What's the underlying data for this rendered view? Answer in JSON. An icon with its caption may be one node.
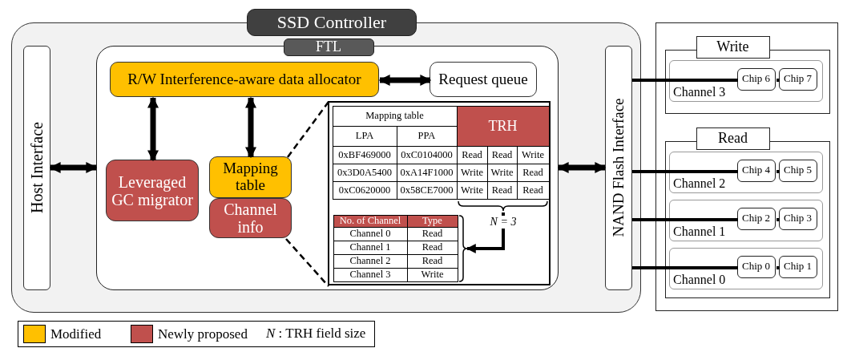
{
  "diagram": {
    "nodes": [
      {
        "text": [
          "SSD Controller"
        ]
      },
      {
        "text": [
          "Host Interface"
        ],
        "in": 0
      },
      {
        "text": [
          "FTL"
        ],
        "in": 0
      },
      {
        "text": [
          "R/W Interference-aware data allocator"
        ],
        "in": 2
      },
      {
        "text": [
          "Request queue"
        ],
        "in": 2
      },
      {
        "text": [
          "Leveraged GC migrator"
        ],
        "in": 2
      },
      {
        "text": [
          "Mapping table"
        ],
        "in": 2
      },
      {
        "text": [
          "Channel info"
        ],
        "in": 2
      },
      {
        "text": [],
        "shape": "box",
        "in": 2
      },
      {
        "text": [],
        "shape": "box",
        "in": 8
      },
      {
        "text": [],
        "shape": "box",
        "in": 8
      },
      {
        "text": [
          "NAND Flash Interface"
        ],
        "in": 0
      },
      {
        "text": [],
        "shape": "box"
      },
      {
        "text": [
          "Write"
        ],
        "in": 12
      },
      {
        "text": [
          "Channel 3"
        ],
        "in": 13
      },
      {
        "text": [
          "Chip 6"
        ],
        "in": 14
      },
      {
        "text": [
          "Chip 7"
        ],
        "in": 14
      },
      {
        "text": [
          "Read"
        ],
        "in": 12
      },
      {
        "text": [
          "Channel 2"
        ],
        "in": 17
      },
      {
        "text": [
          "Chip 4"
        ],
        "in": 18
      },
      {
        "text": [
          "Chip 5"
        ],
        "in": 18
      },
      {
        "text": [
          "Channel 1"
        ],
        "in": 17
      },
      {
        "text": [
          "Chip 2"
        ],
        "in": 21
      },
      {
        "text": [
          "Chip 3"
        ],
        "in": 21
      },
      {
        "text": [
          "Channel 0"
        ],
        "in": 17
      },
      {
        "text": [
          "Chip 0"
        ],
        "in": 24
      },
      {
        "text": [
          "Chip 1"
        ],
        "in": 24
      }
    ],
    "edges": [
      {
        "from": 1,
        "to": 2,
        "arrow": "both"
      },
      {
        "from": 3,
        "to": 4,
        "arrow": "both"
      },
      {
        "from": 3,
        "to": 5,
        "arrow": "both"
      },
      {
        "from": 3,
        "to": 6,
        "arrow": "both"
      },
      {
        "from": 2,
        "to": 11,
        "arrow": "both"
      },
      {
        "from": 6,
        "to": 8,
        "arrow": "none",
        "style": "dashed"
      },
      {
        "from": 7,
        "to": 8,
        "arrow": "none",
        "style": "dashed"
      },
      {
        "from": 9,
        "to": 10,
        "arrow": "to",
        "label": "N = 3"
      },
      {
        "from": 11,
        "to": 15,
        "arrow": "none"
      },
      {
        "from": 15,
        "to": 16,
        "arrow": "none"
      },
      {
        "from": 11,
        "to": 19,
        "arrow": "none"
      },
      {
        "from": 19,
        "to": 20,
        "arrow": "none"
      },
      {
        "from": 11,
        "to": 22,
        "arrow": "none"
      },
      {
        "from": 22,
        "to": 23,
        "arrow": "none"
      },
      {
        "from": 11,
        "to": 25,
        "arrow": "none"
      },
      {
        "from": 25,
        "to": 26,
        "arrow": "none"
      }
    ],
    "labels": [
      "Mapping table",
      "TRH",
      "LPA",
      "PPA",
      "0xBF469000",
      "0xC0104000",
      "Read",
      "Read",
      "Write",
      "0x3D0A5400",
      "0xA14F1000",
      "Write",
      "Write",
      "Read",
      "0xC0620000",
      "0x58CE7000",
      "Write",
      "Read",
      "Read",
      "No. of Channel",
      "Type",
      "Channel 0",
      "Read",
      "Channel 1",
      "Read",
      "Channel 2",
      "Read",
      "Channel 3",
      "Write",
      "*N* : TRH field size"
    ],
    "legend": [
      {
        "text": "Modified",
        "color": "#ffc000"
      },
      {
        "text": "Newly proposed",
        "color": "#c0504d"
      }
    ]
  }
}
